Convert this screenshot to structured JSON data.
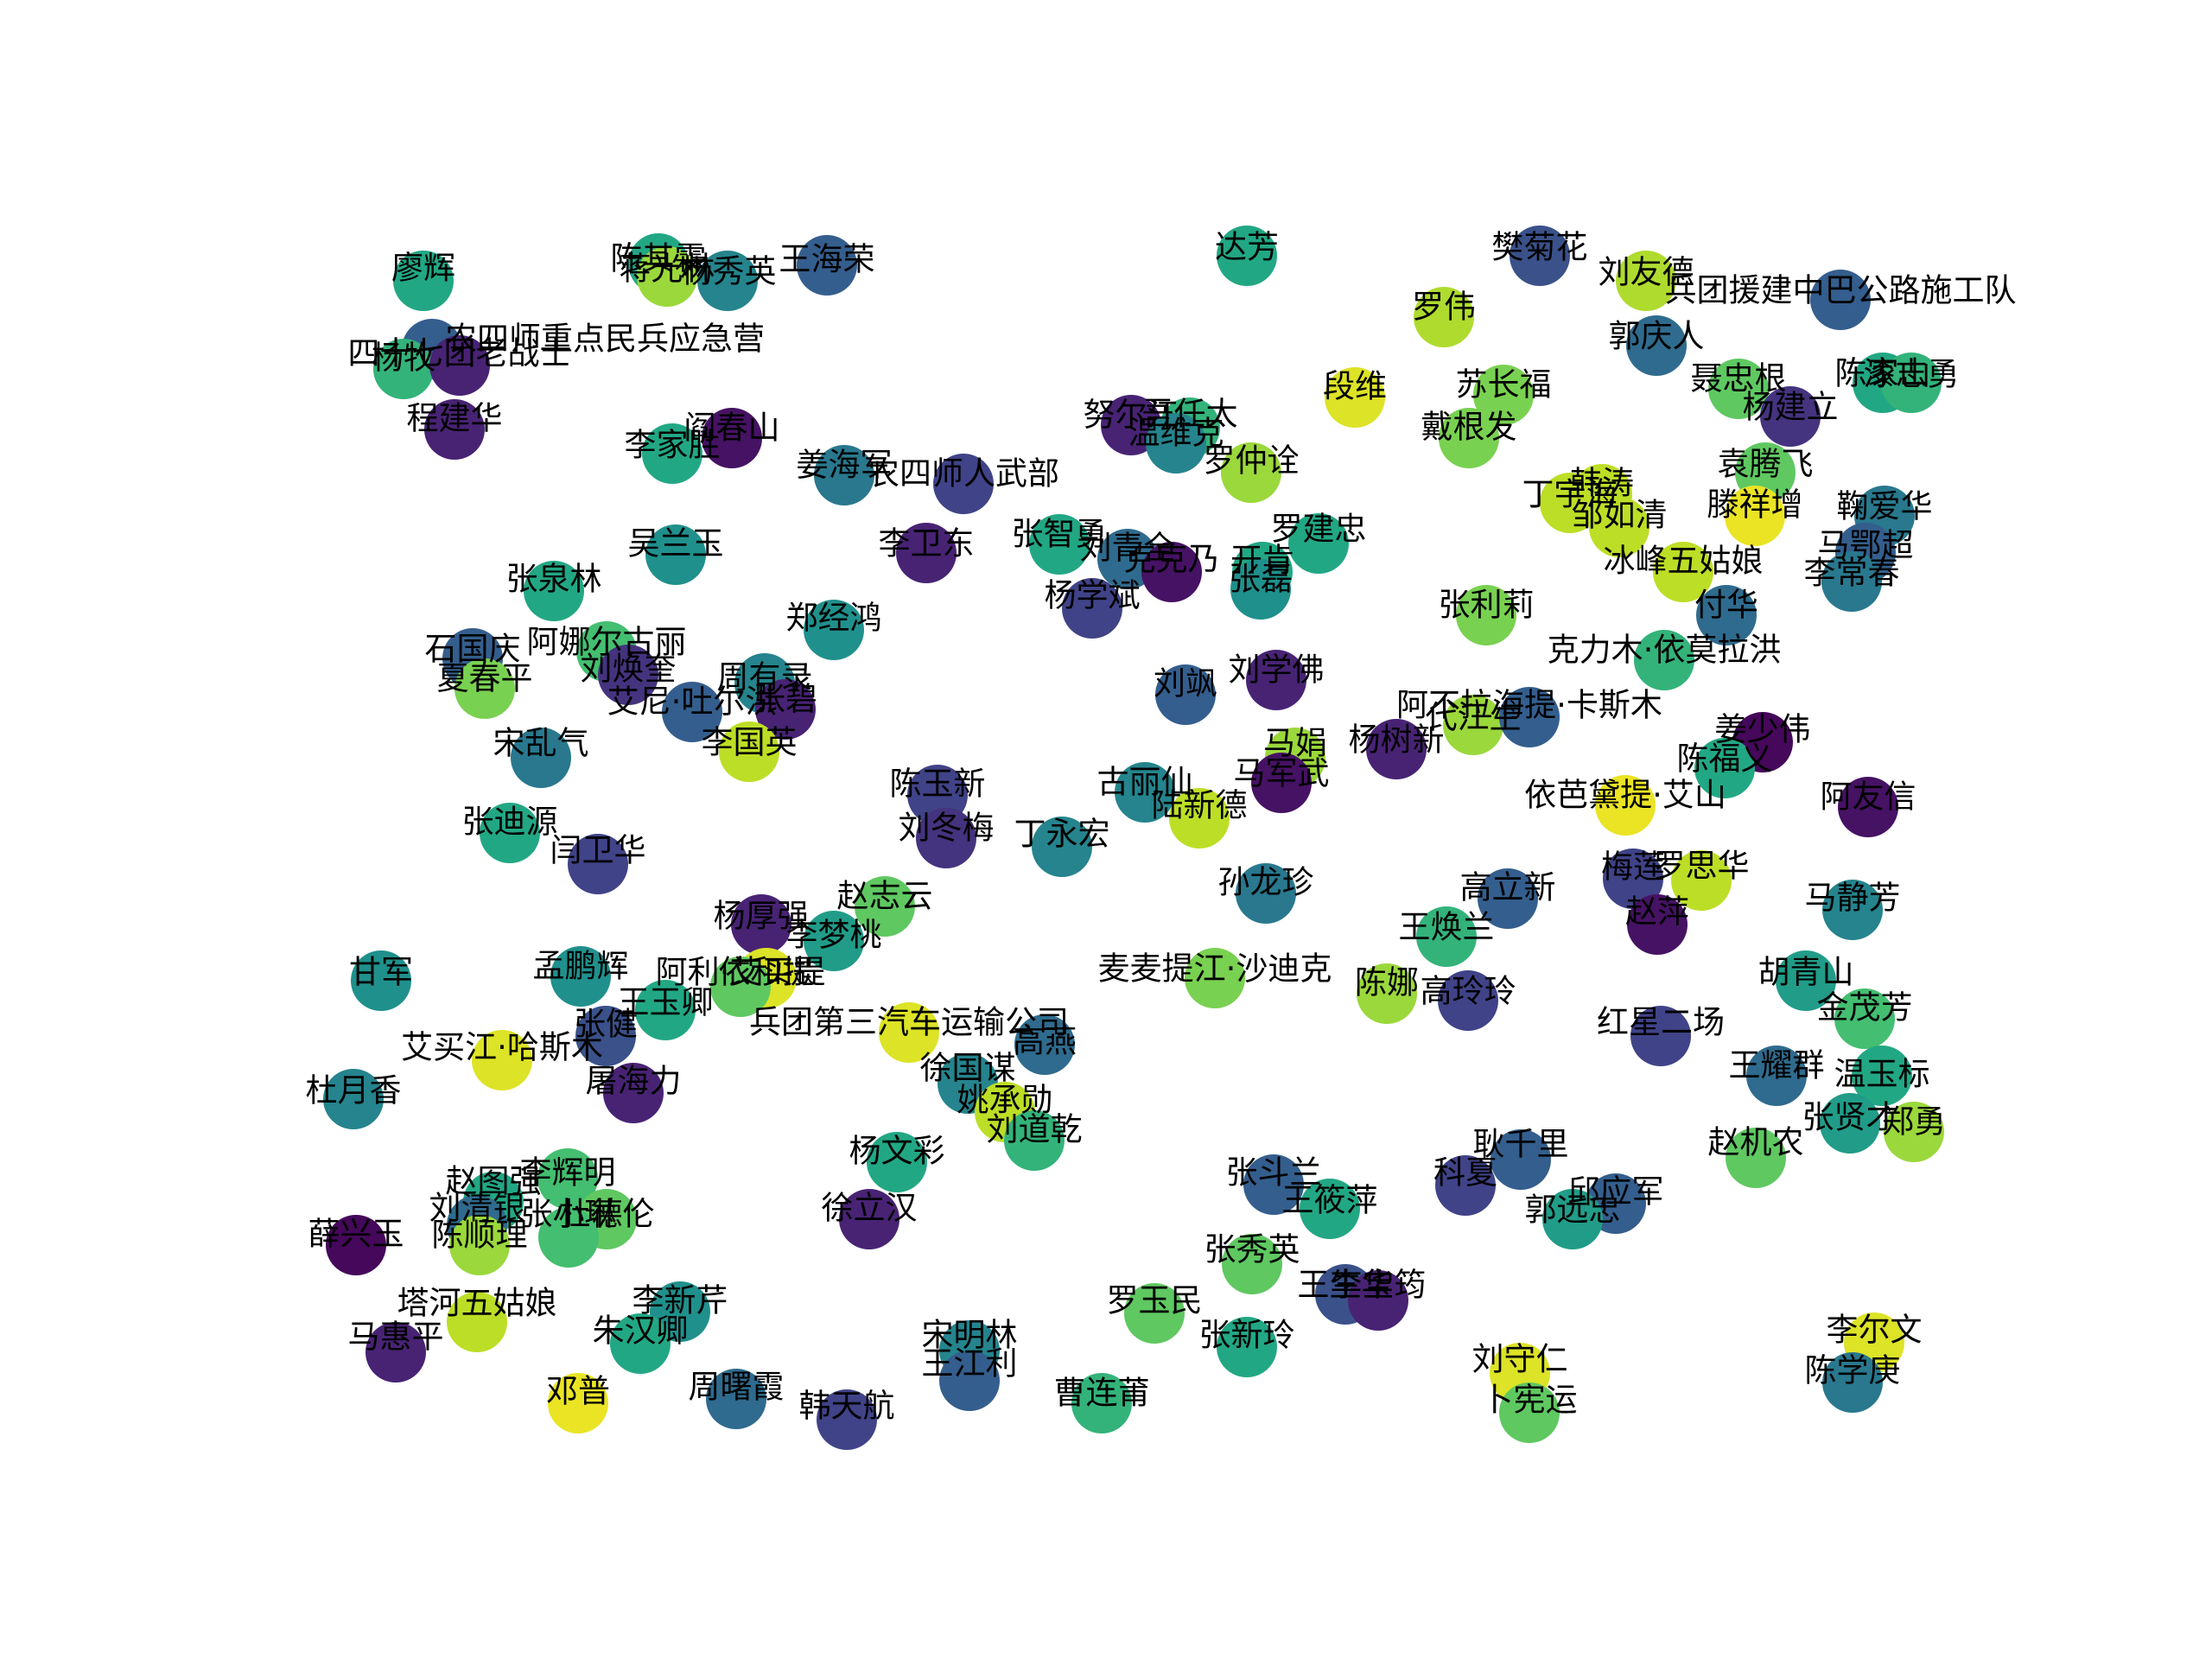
{
  "graph": {
    "colormap": "viridis",
    "nodes": [
      {
        "label": "廖辉",
        "c": 0.6
      },
      {
        "label": "陈其霖",
        "c": 0.6
      },
      {
        "label": "蒋光林",
        "c": 0.85
      },
      {
        "label": "杨秀英",
        "c": 0.45
      },
      {
        "label": "王海荣",
        "c": 0.3
      },
      {
        "label": "达芳",
        "c": 0.6
      },
      {
        "label": "樊菊花",
        "c": 0.25
      },
      {
        "label": "刘友德",
        "c": 0.88
      },
      {
        "label": "罗伟",
        "c": 0.88
      },
      {
        "label": "兵团援建中巴公路施工队",
        "c": 0.3
      },
      {
        "label": "农四师重点民兵应急营",
        "c": 0.3
      },
      {
        "label": "杨牧",
        "c": 0.65
      },
      {
        "label": "四十七团老战士",
        "c": 0.1
      },
      {
        "label": "郭庆人",
        "c": 0.35
      },
      {
        "label": "聂忠根",
        "c": 0.75
      },
      {
        "label": "陈家山",
        "c": 0.6
      },
      {
        "label": "漆志勇",
        "c": 0.65
      },
      {
        "label": "程建华",
        "c": 0.1
      },
      {
        "label": "阎春山",
        "c": 0.05
      },
      {
        "label": "李家胜",
        "c": 0.6
      },
      {
        "label": "段维",
        "c": 0.95
      },
      {
        "label": "苏长福",
        "c": 0.8
      },
      {
        "label": "杨建立",
        "c": 0.15
      },
      {
        "label": "努尔江",
        "c": 0.1
      },
      {
        "label": "吾任太",
        "c": 0.65
      },
      {
        "label": "温维克",
        "c": 0.45
      },
      {
        "label": "戴根发",
        "c": 0.8
      },
      {
        "label": "姜海军",
        "c": 0.4
      },
      {
        "label": "农四师人武部",
        "c": 0.2
      },
      {
        "label": "罗仲诠",
        "c": 0.85
      },
      {
        "label": "袁腾飞",
        "c": 0.75
      },
      {
        "label": "韩涛",
        "c": 0.9
      },
      {
        "label": "丁宇海",
        "c": 0.9
      },
      {
        "label": "邹如清",
        "c": 0.9
      },
      {
        "label": "滕祥增",
        "c": 0.97
      },
      {
        "label": "鞠爱华",
        "c": 0.4
      },
      {
        "label": "吴兰玉",
        "c": 0.5
      },
      {
        "label": "李卫东",
        "c": 0.1
      },
      {
        "label": "张智勇",
        "c": 0.6
      },
      {
        "label": "刘青全",
        "c": 0.35
      },
      {
        "label": "克克乃",
        "c": 0.05
      },
      {
        "label": "开肯",
        "c": 0.6
      },
      {
        "label": "罗建忠",
        "c": 0.6
      },
      {
        "label": "马鄂超",
        "c": 0.3
      },
      {
        "label": "李常春",
        "c": 0.4
      },
      {
        "label": "冰峰五姑娘",
        "c": 0.9
      },
      {
        "label": "张泉林",
        "c": 0.6
      },
      {
        "label": "杨学斌",
        "c": 0.2
      },
      {
        "label": "张磊",
        "c": 0.5
      },
      {
        "label": "张利莉",
        "c": 0.8
      },
      {
        "label": "付华",
        "c": 0.35
      },
      {
        "label": "郑经鸿",
        "c": 0.5
      },
      {
        "label": "石国庆",
        "c": 0.3
      },
      {
        "label": "阿娜尔古丽",
        "c": 0.7
      },
      {
        "label": "夏春平",
        "c": 0.8
      },
      {
        "label": "刘焕奎",
        "c": 0.15
      },
      {
        "label": "周有录",
        "c": 0.45
      },
      {
        "label": "艾尼·吐尔洪",
        "c": 0.3
      },
      {
        "label": "张碧",
        "c": 0.1
      },
      {
        "label": "克力木·依莫拉洪",
        "c": 0.65
      },
      {
        "label": "刘飒",
        "c": 0.3
      },
      {
        "label": "刘学佛",
        "c": 0.1
      },
      {
        "label": "代江生",
        "c": 0.85
      },
      {
        "label": "阿不拉海提·卡斯木",
        "c": 0.3
      },
      {
        "label": "宋乱气",
        "c": 0.4
      },
      {
        "label": "李国英",
        "c": 0.9
      },
      {
        "label": "马娟",
        "c": 0.85
      },
      {
        "label": "杨树新",
        "c": 0.1
      },
      {
        "label": "姜少伟",
        "c": 0.02
      },
      {
        "label": "陈福义",
        "c": 0.6
      },
      {
        "label": "陈玉新",
        "c": 0.2
      },
      {
        "label": "古丽仙",
        "c": 0.45
      },
      {
        "label": "马军武",
        "c": 0.05
      },
      {
        "label": "陆新德",
        "c": 0.9
      },
      {
        "label": "依芭黛提·艾山",
        "c": 0.97
      },
      {
        "label": "阿友信",
        "c": 0.05
      },
      {
        "label": "张迪源",
        "c": 0.6
      },
      {
        "label": "刘冬梅",
        "c": 0.15
      },
      {
        "label": "丁永宏",
        "c": 0.45
      },
      {
        "label": "闫卫华",
        "c": 0.2
      },
      {
        "label": "孙龙珍",
        "c": 0.4
      },
      {
        "label": "梅莲",
        "c": 0.2
      },
      {
        "label": "罗思华",
        "c": 0.9
      },
      {
        "label": "高立新",
        "c": 0.3
      },
      {
        "label": "赵萍",
        "c": 0.05
      },
      {
        "label": "马静芳",
        "c": 0.45
      },
      {
        "label": "杨厚强",
        "c": 0.1
      },
      {
        "label": "赵志云",
        "c": 0.75
      },
      {
        "label": "李梦桃",
        "c": 0.55
      },
      {
        "label": "王焕兰",
        "c": 0.65
      },
      {
        "label": "甘军",
        "c": 0.5
      },
      {
        "label": "孟鹏辉",
        "c": 0.5
      },
      {
        "label": "依和提",
        "c": 0.95
      },
      {
        "label": "阿利·艾买提",
        "c": 0.75
      },
      {
        "label": "麦麦提江·沙迪克",
        "c": 0.8
      },
      {
        "label": "陈娜",
        "c": 0.85
      },
      {
        "label": "高玲玲",
        "c": 0.2
      },
      {
        "label": "胡青山",
        "c": 0.55
      },
      {
        "label": "金茂芳",
        "c": 0.7
      },
      {
        "label": "王玉卿",
        "c": 0.6
      },
      {
        "label": "张健",
        "c": 0.25
      },
      {
        "label": "兵团第三汽车运输公司",
        "c": 0.95
      },
      {
        "label": "高燕",
        "c": 0.35
      },
      {
        "label": "红星二场",
        "c": 0.2
      },
      {
        "label": "艾买江·哈斯木",
        "c": 0.95
      },
      {
        "label": "屠海力",
        "c": 0.1
      },
      {
        "label": "徐国谋",
        "c": 0.45
      },
      {
        "label": "王耀群",
        "c": 0.35
      },
      {
        "label": "温玉标",
        "c": 0.6
      },
      {
        "label": "杜月香",
        "c": 0.45
      },
      {
        "label": "姚承勋",
        "c": 0.9
      },
      {
        "label": "刘道乾",
        "c": 0.65
      },
      {
        "label": "张贤才",
        "c": 0.55
      },
      {
        "label": "郑勇",
        "c": 0.85
      },
      {
        "label": "杨文彩",
        "c": 0.6
      },
      {
        "label": "耿千里",
        "c": 0.3
      },
      {
        "label": "赵机农",
        "c": 0.75
      },
      {
        "label": "李辉明",
        "c": 0.7
      },
      {
        "label": "赵图强",
        "c": 0.6
      },
      {
        "label": "刘清银",
        "c": 0.35
      },
      {
        "label": "杜德伦",
        "c": 0.75
      },
      {
        "label": "张小琳",
        "c": 0.7
      },
      {
        "label": "徐立汉",
        "c": 0.1
      },
      {
        "label": "张斗兰",
        "c": 0.3
      },
      {
        "label": "科夏",
        "c": 0.2
      },
      {
        "label": "王筱萍",
        "c": 0.6
      },
      {
        "label": "邱应军",
        "c": 0.3
      },
      {
        "label": "郭远忠",
        "c": 0.55
      },
      {
        "label": "薛兴玉",
        "c": 0.02
      },
      {
        "label": "陈顺理",
        "c": 0.85
      },
      {
        "label": "张秀英",
        "c": 0.75
      },
      {
        "label": "塔河五姑娘",
        "c": 0.9
      },
      {
        "label": "李新芹",
        "c": 0.5
      },
      {
        "label": "王生华",
        "c": 0.25
      },
      {
        "label": "李宝筠",
        "c": 0.1
      },
      {
        "label": "罗玉民",
        "c": 0.75
      },
      {
        "label": "朱汉卿",
        "c": 0.6
      },
      {
        "label": "马惠平",
        "c": 0.1
      },
      {
        "label": "宋明林",
        "c": 0.45
      },
      {
        "label": "张新玲",
        "c": 0.6
      },
      {
        "label": "刘守仁",
        "c": 0.95
      },
      {
        "label": "李尔文",
        "c": 0.95
      },
      {
        "label": "王江利",
        "c": 0.3
      },
      {
        "label": "陈学庚",
        "c": 0.4
      },
      {
        "label": "邓普",
        "c": 0.97
      },
      {
        "label": "周曙霞",
        "c": 0.35
      },
      {
        "label": "曹连莆",
        "c": 0.65
      },
      {
        "label": "卜宪运",
        "c": 0.75
      },
      {
        "label": "韩天航",
        "c": 0.2
      }
    ]
  }
}
